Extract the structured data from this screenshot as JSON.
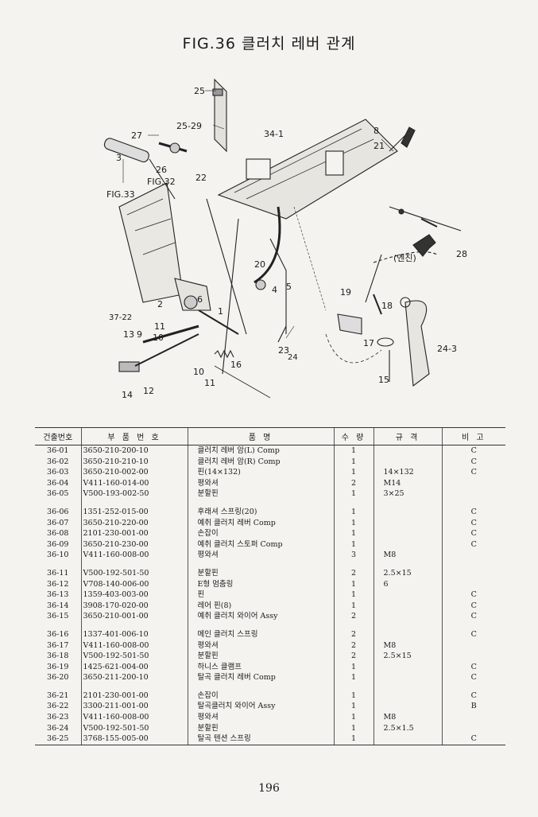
{
  "title": "FIG.36 클러치 레버 관계",
  "page_number": "196",
  "diagram": {
    "labels": [
      "25",
      "25-29",
      "27",
      "34-1",
      "8",
      "21",
      "3",
      "26",
      "FIG.33",
      "FIG.32",
      "22",
      "28",
      "(엔진)",
      "20",
      "5",
      "4",
      "2",
      "6",
      "1",
      "37-22",
      "13",
      "9",
      "11",
      "10",
      "16",
      "10",
      "11",
      "14",
      "12",
      "19",
      "18",
      "17",
      "24-3",
      "23",
      "24",
      "15"
    ]
  },
  "table": {
    "headers": [
      "건출번호",
      "부 품 번 호",
      "품 명",
      "수 량",
      "규 격",
      "비 고"
    ],
    "groups": [
      [
        {
          "no": "36-01",
          "part": "3650-210-200-10",
          "name": "클러치 레버 암(L) Comp",
          "qty": "1",
          "spec": "",
          "note": "C"
        },
        {
          "no": "36-02",
          "part": "3650-210-210-10",
          "name": "클러치 레버 암(R) Comp",
          "qty": "1",
          "spec": "",
          "note": "C"
        },
        {
          "no": "36-03",
          "part": "3650-210-002-00",
          "name": "핀(14×132)",
          "qty": "1",
          "spec": "14×132",
          "note": "C"
        },
        {
          "no": "36-04",
          "part": "V411-160-014-00",
          "name": "평와셔",
          "qty": "2",
          "spec": "M14",
          "note": ""
        },
        {
          "no": "36-05",
          "part": "V500-193-002-50",
          "name": "분할핀",
          "qty": "1",
          "spec": "3×25",
          "note": ""
        }
      ],
      [
        {
          "no": "36-06",
          "part": "1351-252-015-00",
          "name": "후래셔 스프링(20)",
          "qty": "1",
          "spec": "",
          "note": "C"
        },
        {
          "no": "36-07",
          "part": "3650-210-220-00",
          "name": "예취 클러치 레버 Comp",
          "qty": "1",
          "spec": "",
          "note": "C"
        },
        {
          "no": "36-08",
          "part": "2101-230-001-00",
          "name": "손잡이",
          "qty": "1",
          "spec": "",
          "note": "C"
        },
        {
          "no": "36-09",
          "part": "3650-210-230-00",
          "name": "예취 클러치 스토퍼 Comp",
          "qty": "1",
          "spec": "",
          "note": "C"
        },
        {
          "no": "36-10",
          "part": "V411-160-008-00",
          "name": "평와셔",
          "qty": "3",
          "spec": "M8",
          "note": ""
        }
      ],
      [
        {
          "no": "36-11",
          "part": "V500-192-501-50",
          "name": "분할핀",
          "qty": "2",
          "spec": "2.5×15",
          "note": ""
        },
        {
          "no": "36-12",
          "part": "V708-140-006-00",
          "name": "E형 멈춤링",
          "qty": "1",
          "spec": "6",
          "note": ""
        },
        {
          "no": "36-13",
          "part": "1359-403-003-00",
          "name": "핀",
          "qty": "1",
          "spec": "",
          "note": "C"
        },
        {
          "no": "36-14",
          "part": "3908-170-020-00",
          "name": "레어 핀(8)",
          "qty": "1",
          "spec": "",
          "note": "C"
        },
        {
          "no": "36-15",
          "part": "3650-210-001-00",
          "name": "예취 클러치 와이어 Assy",
          "qty": "2",
          "spec": "",
          "note": "C"
        }
      ],
      [
        {
          "no": "36-16",
          "part": "1337-401-006-10",
          "name": "메인 클러치 스프링",
          "qty": "2",
          "spec": "",
          "note": "C"
        },
        {
          "no": "36-17",
          "part": "V411-160-008-00",
          "name": "평와셔",
          "qty": "2",
          "spec": "M8",
          "note": ""
        },
        {
          "no": "36-18",
          "part": "V500-192-501-50",
          "name": "분할핀",
          "qty": "2",
          "spec": "2.5×15",
          "note": ""
        },
        {
          "no": "36-19",
          "part": "1425-621-004-00",
          "name": "하니스 클램프",
          "qty": "1",
          "spec": "",
          "note": "C"
        },
        {
          "no": "36-20",
          "part": "3650-211-200-10",
          "name": "탈곡 클러치 레버 Comp",
          "qty": "1",
          "spec": "",
          "note": "C"
        }
      ],
      [
        {
          "no": "36-21",
          "part": "2101-230-001-00",
          "name": "손잡이",
          "qty": "1",
          "spec": "",
          "note": "C"
        },
        {
          "no": "36-22",
          "part": "3300-211-001-00",
          "name": "탈곡클러치 와이어 Assy",
          "qty": "1",
          "spec": "",
          "note": "B"
        },
        {
          "no": "36-23",
          "part": "V411-160-008-00",
          "name": "평와셔",
          "qty": "1",
          "spec": "M8",
          "note": ""
        },
        {
          "no": "36-24",
          "part": "V500-192-501-50",
          "name": "분할핀",
          "qty": "1",
          "spec": "2.5×1.5",
          "note": ""
        },
        {
          "no": "36-25",
          "part": "3768-155-005-00",
          "name": "탈곡 텐션 스프링",
          "qty": "1",
          "spec": "",
          "note": "C"
        }
      ]
    ]
  }
}
